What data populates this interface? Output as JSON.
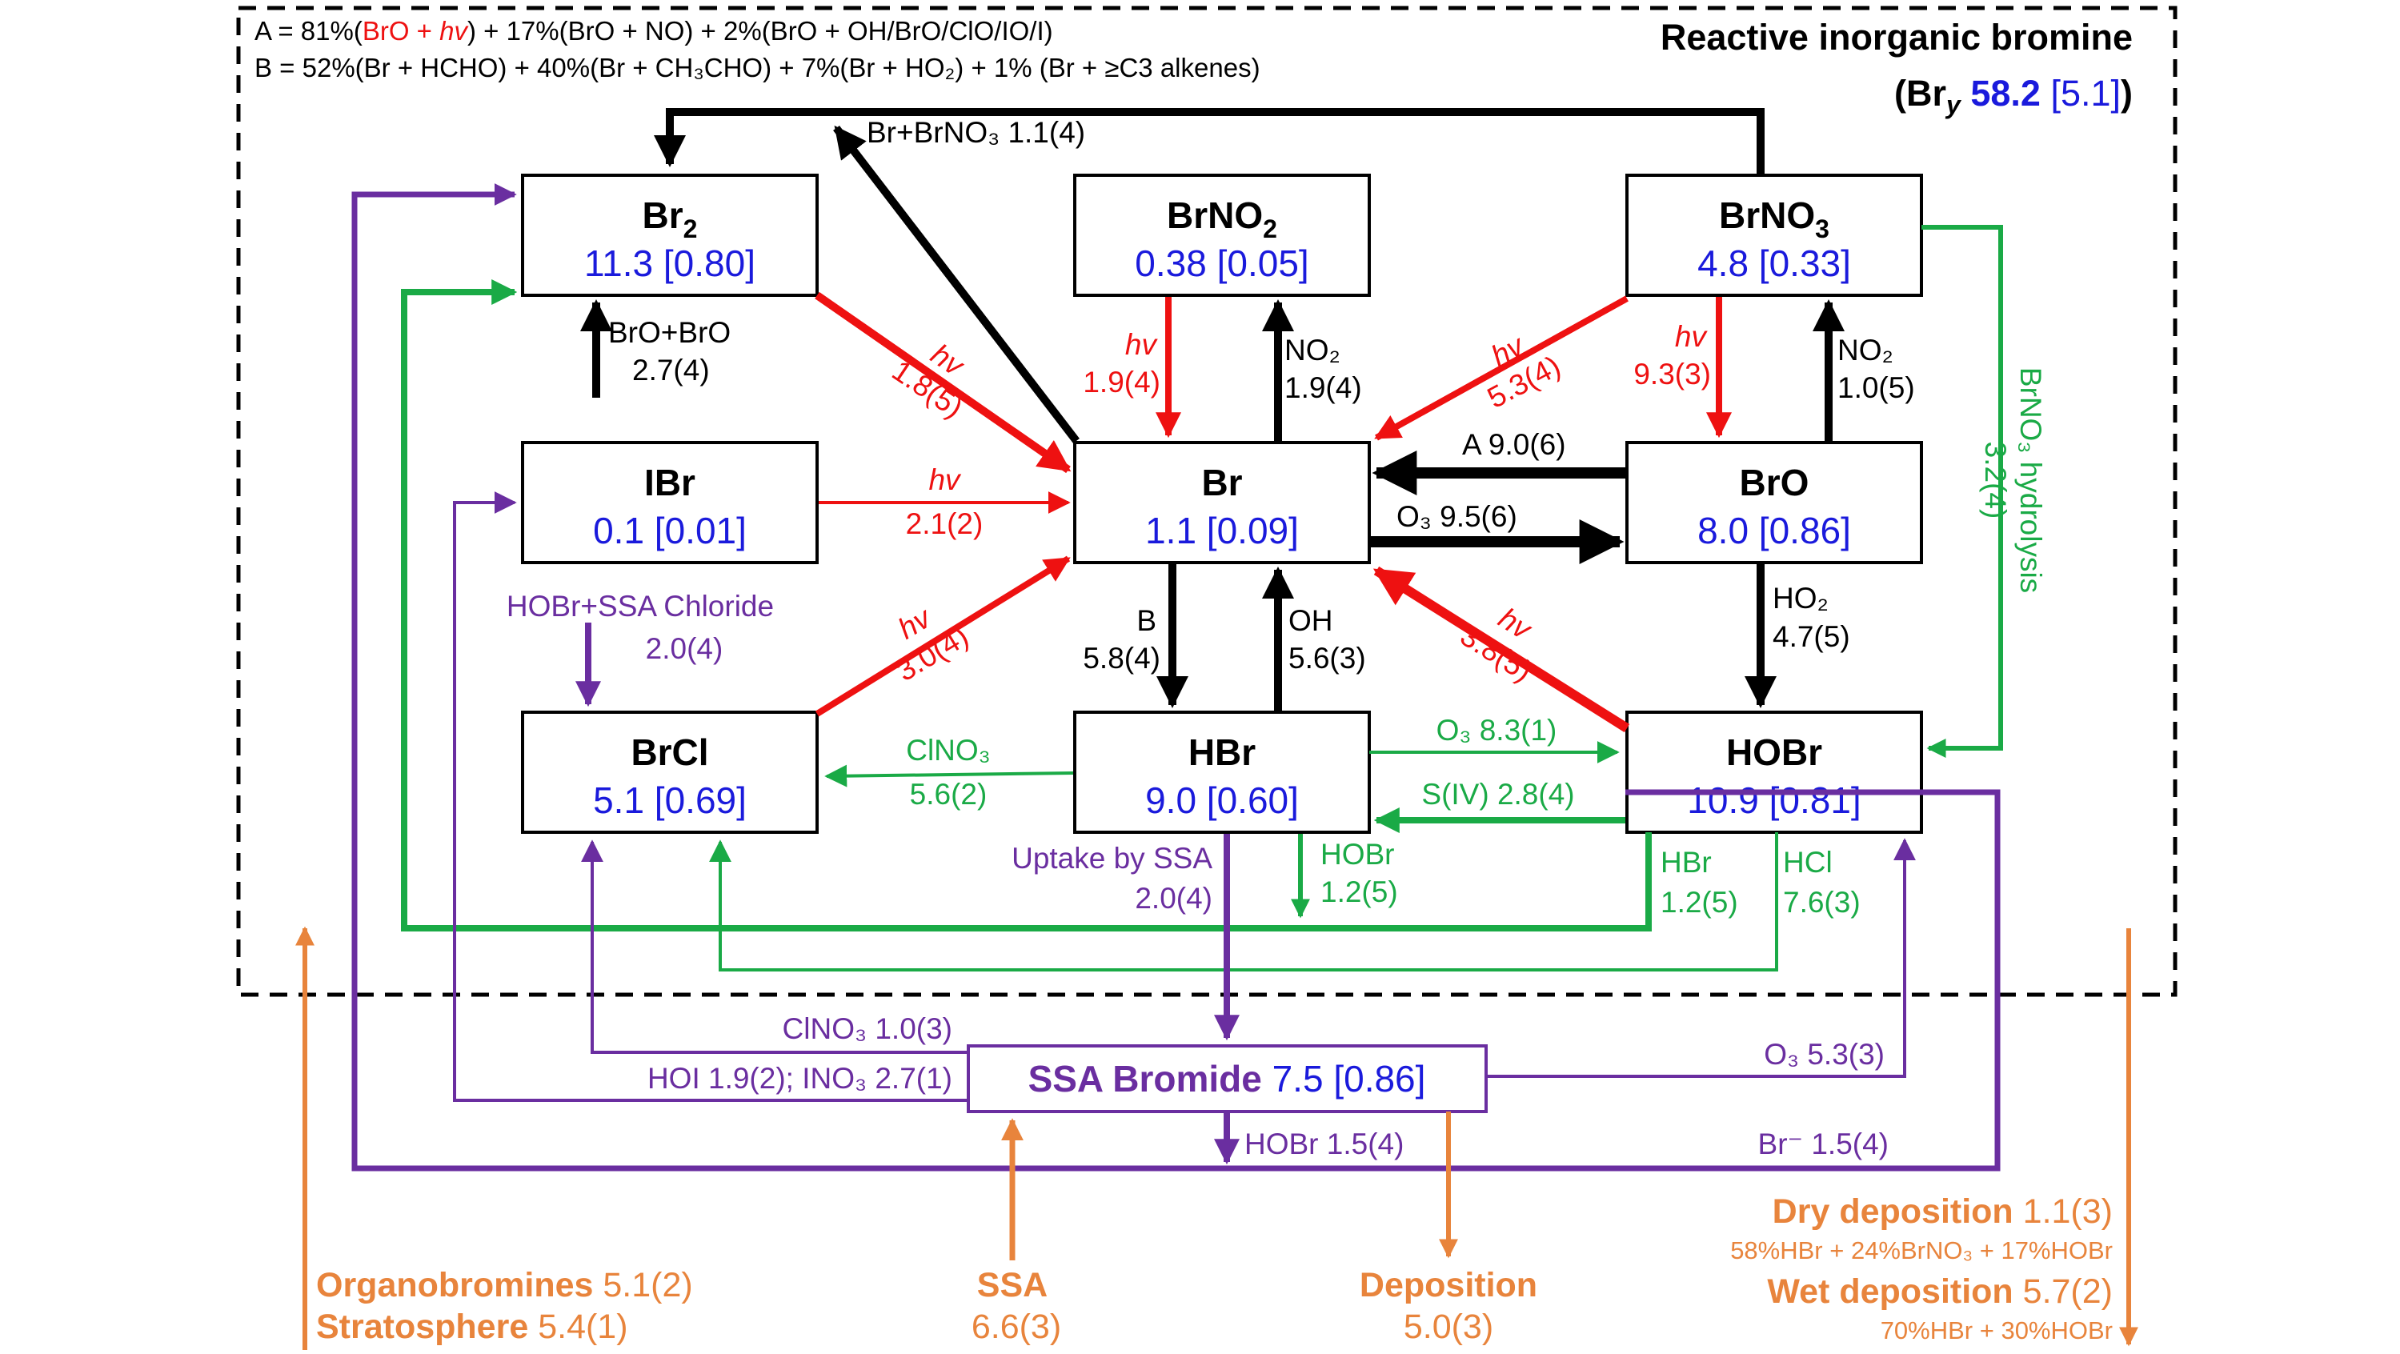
{
  "legend": {
    "line_a_prefix": "A = 81%(",
    "line_a_red": "BrO + ",
    "line_a_red_hv": "hv",
    "line_a_rest": ") + 17%(BrO + NO) + 2%(BrO + OH/BrO/ClO/IO/I)",
    "line_b": "B = 52%(Br + HCHO) + 40%(Br + CH₃CHO) + 7%(Br + HO₂) + 1% (Br + ≥C3 alkenes)"
  },
  "reservoir": {
    "title": "Reactive inorganic bromine",
    "bry_open": "(Br",
    "bry_sub": "y",
    "bry_value": "58.2",
    "bry_unc": "[5.1]",
    "bry_close": ")"
  },
  "species": {
    "br2": {
      "label": "Br",
      "sub": "2",
      "value": "11.3 [0.80]"
    },
    "brno2": {
      "label": "BrNO",
      "sub": "2",
      "value": "0.38 [0.05]"
    },
    "brno3": {
      "label": "BrNO",
      "sub": "3",
      "value": "4.8 [0.33]"
    },
    "ibr": {
      "label": "IBr",
      "value": "0.1 [0.01]"
    },
    "br": {
      "label": "Br",
      "value": "1.1 [0.09]"
    },
    "bro": {
      "label": "BrO",
      "value": "8.0 [0.86]"
    },
    "brcl": {
      "label": "BrCl",
      "value": "5.1 [0.69]"
    },
    "hbr": {
      "label": "HBr",
      "value": "9.0 [0.60]"
    },
    "hobr": {
      "label": "HOBr",
      "value": "10.9 [0.81]"
    },
    "ssa_bromide": {
      "label": "SSA Bromide",
      "value": "7.5",
      "unc": "[0.86]"
    }
  },
  "reactions": {
    "br_brno3": "Br+BrNO₃ 1.1(4)",
    "bro_bro_a": "BrO+BrO",
    "bro_bro_b": "2.7(4)",
    "br2_hv_a": "hv",
    "br2_hv_b": "1.8(5)",
    "brno2_hv_a": "hv",
    "brno2_hv_b": "1.9(4)",
    "no2_brno2_a": "NO₂",
    "no2_brno2_b": "1.9(4)",
    "brno3_hv_br_a": "hv",
    "brno3_hv_br_b": "5.3(4)",
    "brno3_hv_bro_a": "hv",
    "brno3_hv_bro_b": "9.3(3)",
    "no2_brno3_a": "NO₂",
    "no2_brno3_b": "1.0(5)",
    "ibr_hv_a": "hv",
    "ibr_hv_b": "2.1(2)",
    "a_reaction": "A 9.0(6)",
    "o3_reaction": "O₃ 9.5(6)",
    "hobr_ssa_cl_a": "HOBr+SSA Chloride",
    "hobr_ssa_cl_b": "2.0(4)",
    "brcl_hv_a": "hv",
    "brcl_hv_b": "3.0(4)",
    "b_a": "B",
    "b_b": "5.8(4)",
    "oh_a": "OH",
    "oh_b": "5.6(3)",
    "hobr_hv_a": "hv",
    "hobr_hv_b": "3.8(5)",
    "ho2_a": "HO₂",
    "ho2_b": "4.7(5)",
    "hydrolysis_a": "BrNO₃ hydrolysis",
    "hydrolysis_b": "3.2(4)",
    "clno3_hbr_a": "ClNO₃",
    "clno3_hbr_b": "5.6(2)",
    "o3_hbr": "O₃ 8.3(1)",
    "siv": "S(IV) 2.8(4)",
    "uptake_a": "Uptake by SSA",
    "uptake_b": "2.0(4)",
    "hobr_het_a": "HOBr",
    "hobr_het_b": "1.2(5)",
    "hbr_het_a": "HBr",
    "hbr_het_b": "1.2(5)",
    "hcl_het_a": "HCl",
    "hcl_het_b": "7.6(3)",
    "clno3_ssa": "ClNO₃ 1.0(3)",
    "hoi_ino3": "HOI 1.9(2); INO₃ 2.7(1)",
    "o3_ssa": "O₃ 5.3(3)",
    "hobr_ssa": "HOBr 1.5(4)",
    "br_minus": "Br⁻ 1.5(4)"
  },
  "sources_sinks": {
    "organobromines_label": "Organobromines",
    "organobromines_value": "5.1(2)",
    "stratosphere_label": "Stratosphere",
    "stratosphere_value": "5.4(1)",
    "ssa_label": "SSA",
    "ssa_value": "6.6(3)",
    "deposition_label": "Deposition",
    "deposition_value": "5.0(3)",
    "dry_label": "Dry deposition",
    "dry_value": "1.1(3)",
    "dry_detail": "58%HBr + 24%BrNO₃ + 17%HOBr",
    "wet_label": "Wet deposition",
    "wet_value": "5.7(2)",
    "wet_detail": "70%HBr + 30%HOBr"
  },
  "colors": {
    "black": "#000000",
    "red": "#ee1111",
    "blue": "#1a1adc",
    "green": "#1aaa46",
    "purple": "#6a2ea0",
    "orange": "#e8843c"
  }
}
